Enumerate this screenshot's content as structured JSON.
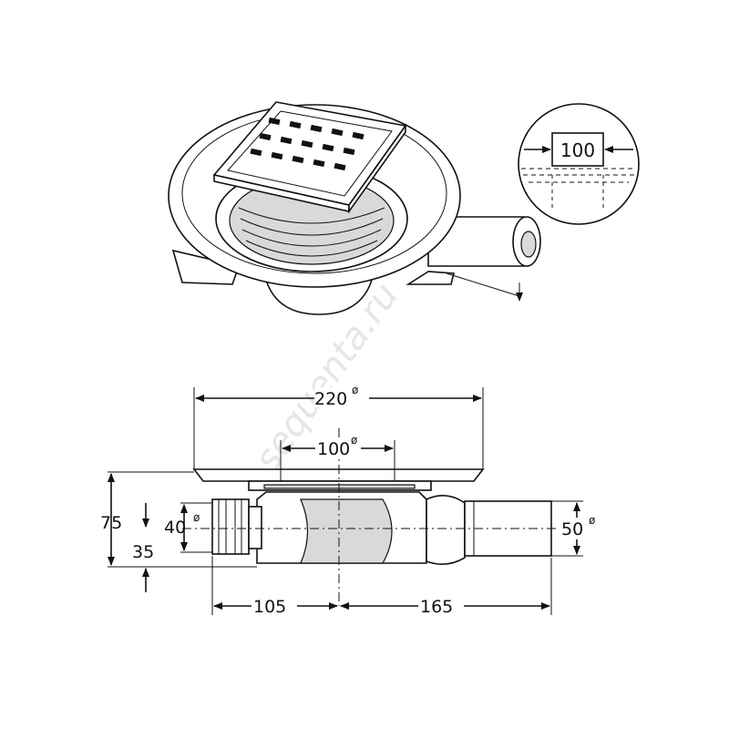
{
  "watermark": "sequenta.ru",
  "inset": {
    "label": "100"
  },
  "dimensions": {
    "d220": {
      "value": "220",
      "symbol": "ø"
    },
    "d100": {
      "value": "100",
      "symbol": "ø"
    },
    "d40": {
      "value": "40",
      "symbol": "ø"
    },
    "d50": {
      "value": "50",
      "symbol": "ø"
    },
    "d75": {
      "value": "75"
    },
    "d35": {
      "value": "35"
    },
    "d105": {
      "value": "105"
    },
    "d165": {
      "value": "165"
    }
  }
}
